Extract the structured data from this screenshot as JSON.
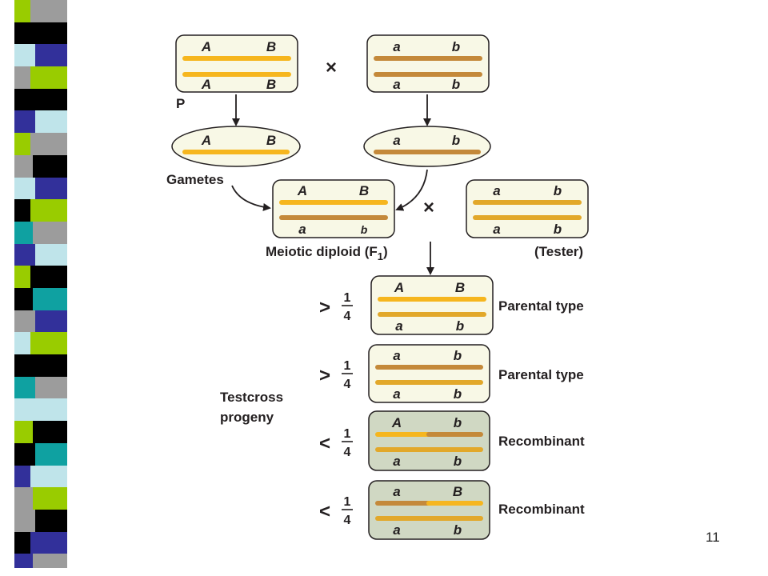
{
  "colors": {
    "yellow_chromosome": "#f6b61e",
    "brown_chromosome": "#c4893a",
    "gold_chromosome": "#e2a82a",
    "box_fill": "#f8f8e6",
    "recombinant_fill": "#d0d8c3",
    "stripe_palette": [
      "#9c9c9c",
      "#000000",
      "#32309a",
      "#99cc00",
      "#bfe4ea",
      "#0fa1a1"
    ]
  },
  "cross_symbol": "×",
  "parents": {
    "label": "P",
    "left": {
      "top_alleles": [
        "A",
        "B"
      ],
      "bottom_alleles": [
        "A",
        "B"
      ]
    },
    "right": {
      "top_alleles": [
        "a",
        "b"
      ],
      "bottom_alleles": [
        "a",
        "b"
      ]
    }
  },
  "gametes": {
    "label": "Gametes",
    "left": [
      "A",
      "B"
    ],
    "right": [
      "a",
      "b"
    ]
  },
  "f1": {
    "label": "Meiotic diploid (F",
    "subscript": "1",
    "label_close": ")",
    "top_alleles": [
      "A",
      "B"
    ],
    "bottom_alleles": [
      "a",
      "b"
    ]
  },
  "tester": {
    "label": "(Tester)",
    "top_alleles": [
      "a",
      "b"
    ],
    "bottom_alleles": [
      "a",
      "b"
    ]
  },
  "progeny": {
    "label_line1": "Testcross",
    "label_line2": "progeny",
    "rows": [
      {
        "comparison": ">",
        "numerator": "1",
        "denominator": "4",
        "top_alleles": [
          "A",
          "B"
        ],
        "bottom_alleles": [
          "a",
          "b"
        ],
        "type": "Parental type"
      },
      {
        "comparison": ">",
        "numerator": "1",
        "denominator": "4",
        "top_alleles": [
          "a",
          "b"
        ],
        "bottom_alleles": [
          "a",
          "b"
        ],
        "type": "Parental type"
      },
      {
        "comparison": "<",
        "numerator": "1",
        "denominator": "4",
        "top_alleles": [
          "A",
          "b"
        ],
        "bottom_alleles": [
          "a",
          "b"
        ],
        "type": "Recombinant"
      },
      {
        "comparison": "<",
        "numerator": "1",
        "denominator": "4",
        "top_alleles": [
          "a",
          "B"
        ],
        "bottom_alleles": [
          "a",
          "b"
        ],
        "type": "Recombinant"
      }
    ]
  },
  "page_number": "11"
}
